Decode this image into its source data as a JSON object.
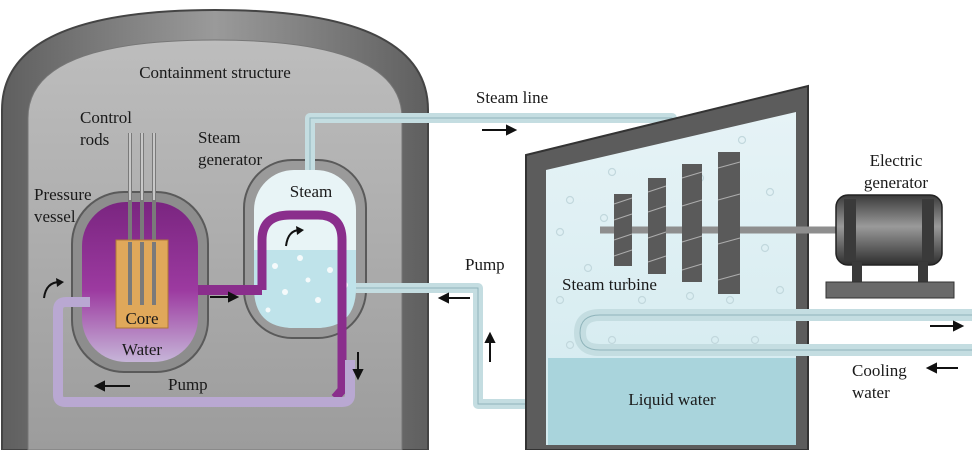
{
  "labels": {
    "containment": "Containment structure",
    "control_rods_1": "Control",
    "control_rods_2": "rods",
    "steam_generator_1": "Steam",
    "steam_generator_2": "generator",
    "pressure_vessel_1": "Pressure",
    "pressure_vessel_2": "vessel",
    "steam": "Steam",
    "core": "Core",
    "water": "Water",
    "pump_left": "Pump",
    "steam_line": "Steam line",
    "pump_right": "Pump",
    "steam_turbine": "Steam turbine",
    "electric_generator_1": "Electric",
    "electric_generator_2": "generator",
    "cooling_water_1": "Cooling",
    "cooling_water_2": "water",
    "liquid_water": "Liquid water"
  },
  "colors": {
    "containment_outer": "#6b6b6b",
    "containment_inner": "#a9a9a9",
    "reactor_purple": "#8a2e8c",
    "core": "#e0a85a",
    "water_blue": "#bfe3ea",
    "pipe_cool": "#bfd9dd",
    "pipe_hot": "#8a2e8c",
    "turbine_hall": "#d9eef2"
  }
}
